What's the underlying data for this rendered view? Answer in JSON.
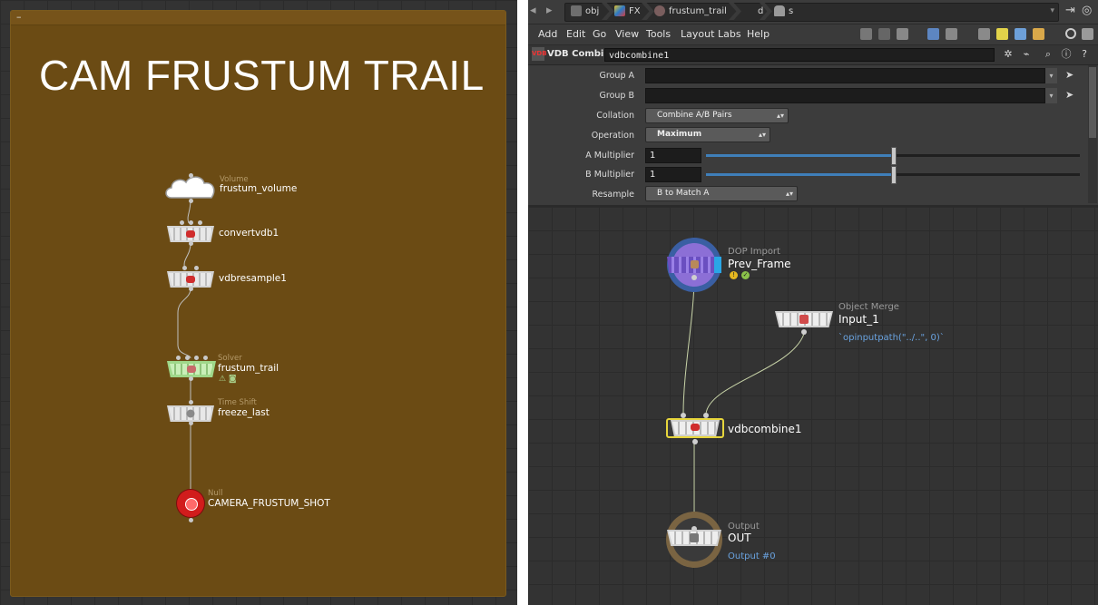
{
  "left_network": {
    "note_text": "CAM FRUSTUM TRAIL",
    "netbox_minimize": "–",
    "nodes": [
      {
        "type": "Volume",
        "name": "frustum_volume"
      },
      {
        "type": "",
        "name": "convertvdb1"
      },
      {
        "type": "",
        "name": "vdbresample1"
      },
      {
        "type": "Solver",
        "name": "frustum_trail",
        "flags": "⚠ ◙"
      },
      {
        "type": "Time Shift",
        "name": "freeze_last"
      },
      {
        "type": "Null",
        "name": "CAMERA_FRUSTUM_SHOT"
      }
    ]
  },
  "path_bar": {
    "crumbs": [
      "obj",
      "FX",
      "frustum_trail",
      "d",
      "s"
    ]
  },
  "menu": {
    "items": [
      "Add",
      "Edit",
      "Go",
      "View",
      "Tools",
      "Layout",
      "Labs",
      "Help"
    ]
  },
  "node_header": {
    "badge": "VDB",
    "type_label": "VDB Combine",
    "node_name": "vdbcombine1"
  },
  "params": {
    "group_a_label": "Group A",
    "group_a_value": "",
    "group_b_label": "Group B",
    "group_b_value": "",
    "collation_label": "Collation",
    "collation_value": "Combine A/B Pairs",
    "operation_label": "Operation",
    "operation_value": "Maximum",
    "a_multiplier_label": "A Multiplier",
    "a_multiplier_value": "1",
    "a_multiplier_level": 0.5,
    "b_multiplier_label": "B Multiplier",
    "b_multiplier_value": "1",
    "b_multiplier_level": 0.5,
    "resample_label": "Resample",
    "resample_value": "B to Match A"
  },
  "right_network": {
    "nodes": [
      {
        "type": "DOP Import",
        "name": "Prev_Frame"
      },
      {
        "type": "Object Merge",
        "name": "Input_1",
        "expression": "`opinputpath(\"../..\", 0)`"
      },
      {
        "type": "",
        "name": "vdbcombine1"
      },
      {
        "type": "Output",
        "name": "OUT",
        "link": "Output #0"
      }
    ]
  },
  "colors": {
    "netbox": "#6b4b14",
    "solver_node": "#9fd88a",
    "null_node": "#d11c1c",
    "selected": "#e6d53c",
    "dop_import": "#7d5fc9",
    "output_ring": "#7a6442"
  }
}
